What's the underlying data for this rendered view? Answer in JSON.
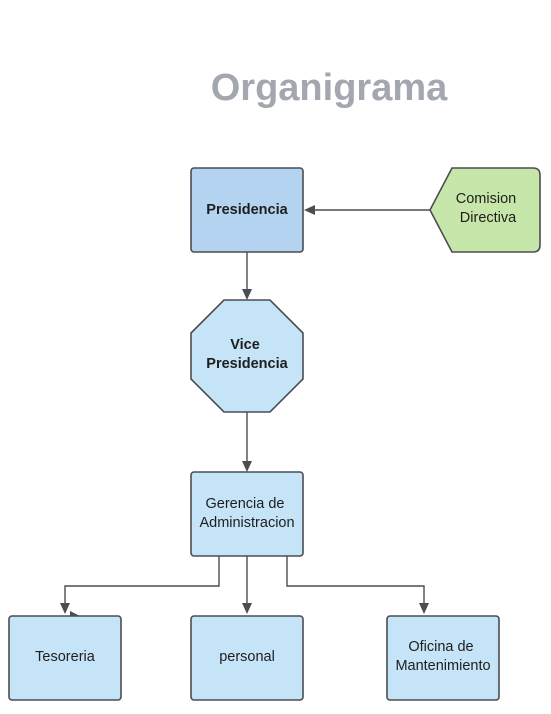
{
  "title": "Organigrama",
  "colors": {
    "presidencia_fill": "#b3d3f0",
    "box_fill": "#c5e4f7",
    "comision_fill": "#c6e7a9",
    "stroke": "#4a4d52",
    "title_color": "#a3a8b0"
  },
  "nodes": {
    "presidencia": {
      "lines": [
        "Presidencia"
      ]
    },
    "comision": {
      "lines": [
        "Comision",
        "Directiva"
      ]
    },
    "vice": {
      "lines": [
        "Vice",
        "Presidencia"
      ]
    },
    "gerencia": {
      "lines": [
        "Gerencia de",
        "Administracion"
      ]
    },
    "tesoreria": {
      "lines": [
        "Tesoreria"
      ]
    },
    "personal": {
      "lines": [
        "personal"
      ]
    },
    "oficina": {
      "lines": [
        "Oficina de",
        "Mantenimiento"
      ]
    }
  }
}
